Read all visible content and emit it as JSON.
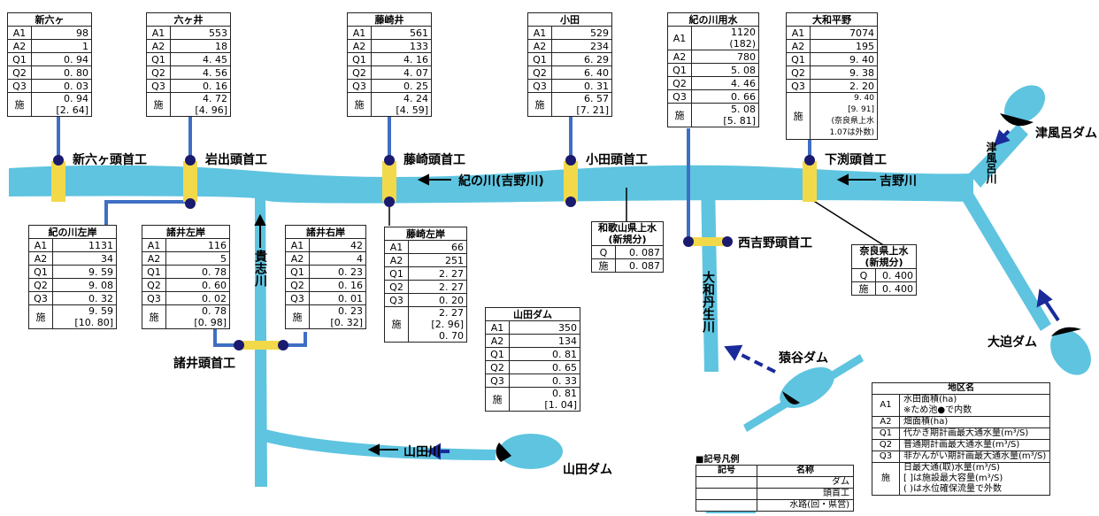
{
  "colors": {
    "river": "#5ec4e0",
    "gate": "#f2d94a",
    "node": "#1a1a6e",
    "pipe": "#3f6fc4",
    "dam": "#000000",
    "arrow": "#1a2a9a"
  },
  "intakes": {
    "shinrokka": {
      "title": "新六ヶ",
      "a1": "98",
      "a2": "1",
      "q1": "0. 94",
      "q2": "0. 80",
      "q3": "0. 03",
      "se": "0. 94\n[2. 64]",
      "label": "新六ヶ頭首工"
    },
    "rokkai": {
      "title": "六ヶ井",
      "a1": "553",
      "a2": "18",
      "q1": "4. 45",
      "q2": "4. 56",
      "q3": "0. 16",
      "se": "4. 72\n[4. 96]",
      "label": "岩出頭首工"
    },
    "fujisakii": {
      "title": "藤崎井",
      "a1": "561",
      "a2": "133",
      "q1": "4. 16",
      "q2": "4. 07",
      "q3": "0. 25",
      "se": "4. 24\n[4. 59]",
      "label": "藤崎頭首工"
    },
    "oda": {
      "title": "小田",
      "a1": "529",
      "a2": "234",
      "q1": "6. 29",
      "q2": "6. 40",
      "q3": "0. 31",
      "se": "6. 57\n[7. 21]",
      "label": "小田頭首工"
    },
    "kinokawayosui": {
      "title": "紀の川用水",
      "a1": "1120\n(182)",
      "a2": "780",
      "q1": "5. 08",
      "q2": "4. 46",
      "q3": "0. 66",
      "se": "5. 08\n[5. 81]",
      "label": "西吉野頭首工"
    },
    "yamatoheiya": {
      "title": "大和平野",
      "a1": "7074",
      "a2": "195",
      "q1": "9. 40",
      "q2": "9. 38",
      "q3": "2. 20",
      "se": "9. 40\n[9. 91]",
      "note": "(奈良県上水\n1.07は外数)",
      "label": "下渕頭首工"
    },
    "kinokawasagan": {
      "title": "紀の川左岸",
      "a1": "1131",
      "a2": "34",
      "q1": "9. 59",
      "q2": "9. 08",
      "q3": "0. 32",
      "se": "9. 59\n[10. 80]"
    },
    "moroisagan": {
      "title": "諸井左岸",
      "a1": "116",
      "a2": "5",
      "q1": "0. 78",
      "q2": "0. 60",
      "q3": "0. 02",
      "se": "0. 78\n[0. 98]"
    },
    "moroiugan": {
      "title": "諸井右岸",
      "a1": "42",
      "a2": "4",
      "q1": "0. 23",
      "q2": "0. 16",
      "q3": "0. 01",
      "se": "0. 23\n[0. 32]"
    },
    "fujisakisagan": {
      "title": "藤崎左岸",
      "a1": "66",
      "a2": "251",
      "q1": "2. 27",
      "q2": "2. 27",
      "q3": "0. 20",
      "se": "2. 27\n[2. 96]\n0. 70"
    },
    "yamadadam": {
      "title": "山田ダム",
      "a1": "350",
      "a2": "134",
      "q1": "0. 81",
      "q2": "0. 65",
      "q3": "0. 33",
      "se": "0. 81\n[1. 04]"
    }
  },
  "wakayama": {
    "title": "和歌山県上水\n(新規分)",
    "q": "0. 087",
    "se": "0. 087"
  },
  "nara": {
    "title": "奈良県上水\n(新規分)",
    "q": "0. 400",
    "se": "0. 400"
  },
  "rows": {
    "a1": "A1",
    "a2": "A2",
    "q1": "Q1",
    "q2": "Q2",
    "q3": "Q3",
    "se": "施",
    "q": "Q"
  },
  "labels": {
    "kinokawa": "紀の川(吉野川)",
    "yoshino": "吉野川",
    "kishi": "貴志川",
    "yamadagawa": "山田川",
    "yamatoniu": "大和丹生川",
    "tsuburo": "津風呂川",
    "moroi": "諸井頭首工",
    "yamada_dam": "山田ダム",
    "saruya": "猿谷ダム",
    "oosako": "大迫ダム",
    "tsuburo_dam": "津風呂ダム"
  },
  "legend": {
    "title": "■記号凡例",
    "h1": "記号",
    "h2": "名称",
    "dam": "ダム",
    "gate": "頭首工",
    "river": "水路(回・県営)"
  },
  "key": {
    "title": "地区名",
    "rows": [
      {
        "k": "A1",
        "d": "水田面積(ha)\n※ため池●で内数"
      },
      {
        "k": "A2",
        "d": "畑面積(ha)"
      },
      {
        "k": "Q1",
        "d": "代かき期計画最大通水量(m³/S)"
      },
      {
        "k": "Q2",
        "d": "普通期計画最大通水量(m³/S)"
      },
      {
        "k": "Q3",
        "d": "非かんがい期計画最大通水量(m³/S)"
      },
      {
        "k": "施",
        "d": "日最大通(取)水量(m³/S)\n[ ]は施設最大容量(m³/S)\n( )は水位確保流量で外数"
      }
    ]
  }
}
